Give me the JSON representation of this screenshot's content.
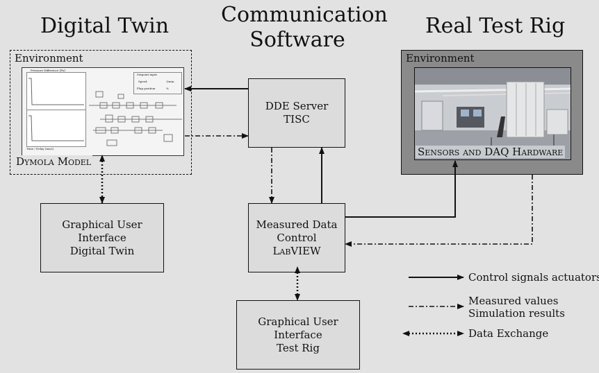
{
  "titles": {
    "digital_twin": "Digital Twin",
    "communication_line1": "Communication",
    "communication_line2": "Software",
    "real_test_rig": "Real Test Rig"
  },
  "digital_twin": {
    "environment_label": "Environment",
    "model_label": "Dymola Model",
    "model_panel": {
      "plot_title": "Pressure Difference [Pa]",
      "x_label": "Time / Delay (ms/s)",
      "setpoint_title": "Setpoint input",
      "setpoint_rows": [
        {
          "label": "Speed",
          "value": "1/min"
        },
        {
          "label": "Flap position",
          "value": "%"
        }
      ]
    }
  },
  "communication": {
    "dde_server_line1": "DDE Server",
    "dde_server_line2": "TISC",
    "measured_line1": "Measured Data",
    "measured_line2": "Control",
    "measured_line3": "LabVIEW"
  },
  "gui_digital_twin": {
    "line1": "Graphical User Interface",
    "line2": "Digital Twin"
  },
  "gui_test_rig": {
    "line1": "Graphical User Interface",
    "line2": "Test Rig"
  },
  "real_test_rig": {
    "environment_label": "Environment",
    "sensors_label": "Sensors and DAQ Hardware"
  },
  "legend": {
    "solid": "Control signals actuators",
    "dashdot_line1": "Measured values",
    "dashdot_line2": "Simulation results",
    "dotted": "Data Exchange"
  },
  "colors": {
    "background": "#e2e2e2",
    "line": "#111111",
    "rig_panel": "#8a8a8a"
  }
}
